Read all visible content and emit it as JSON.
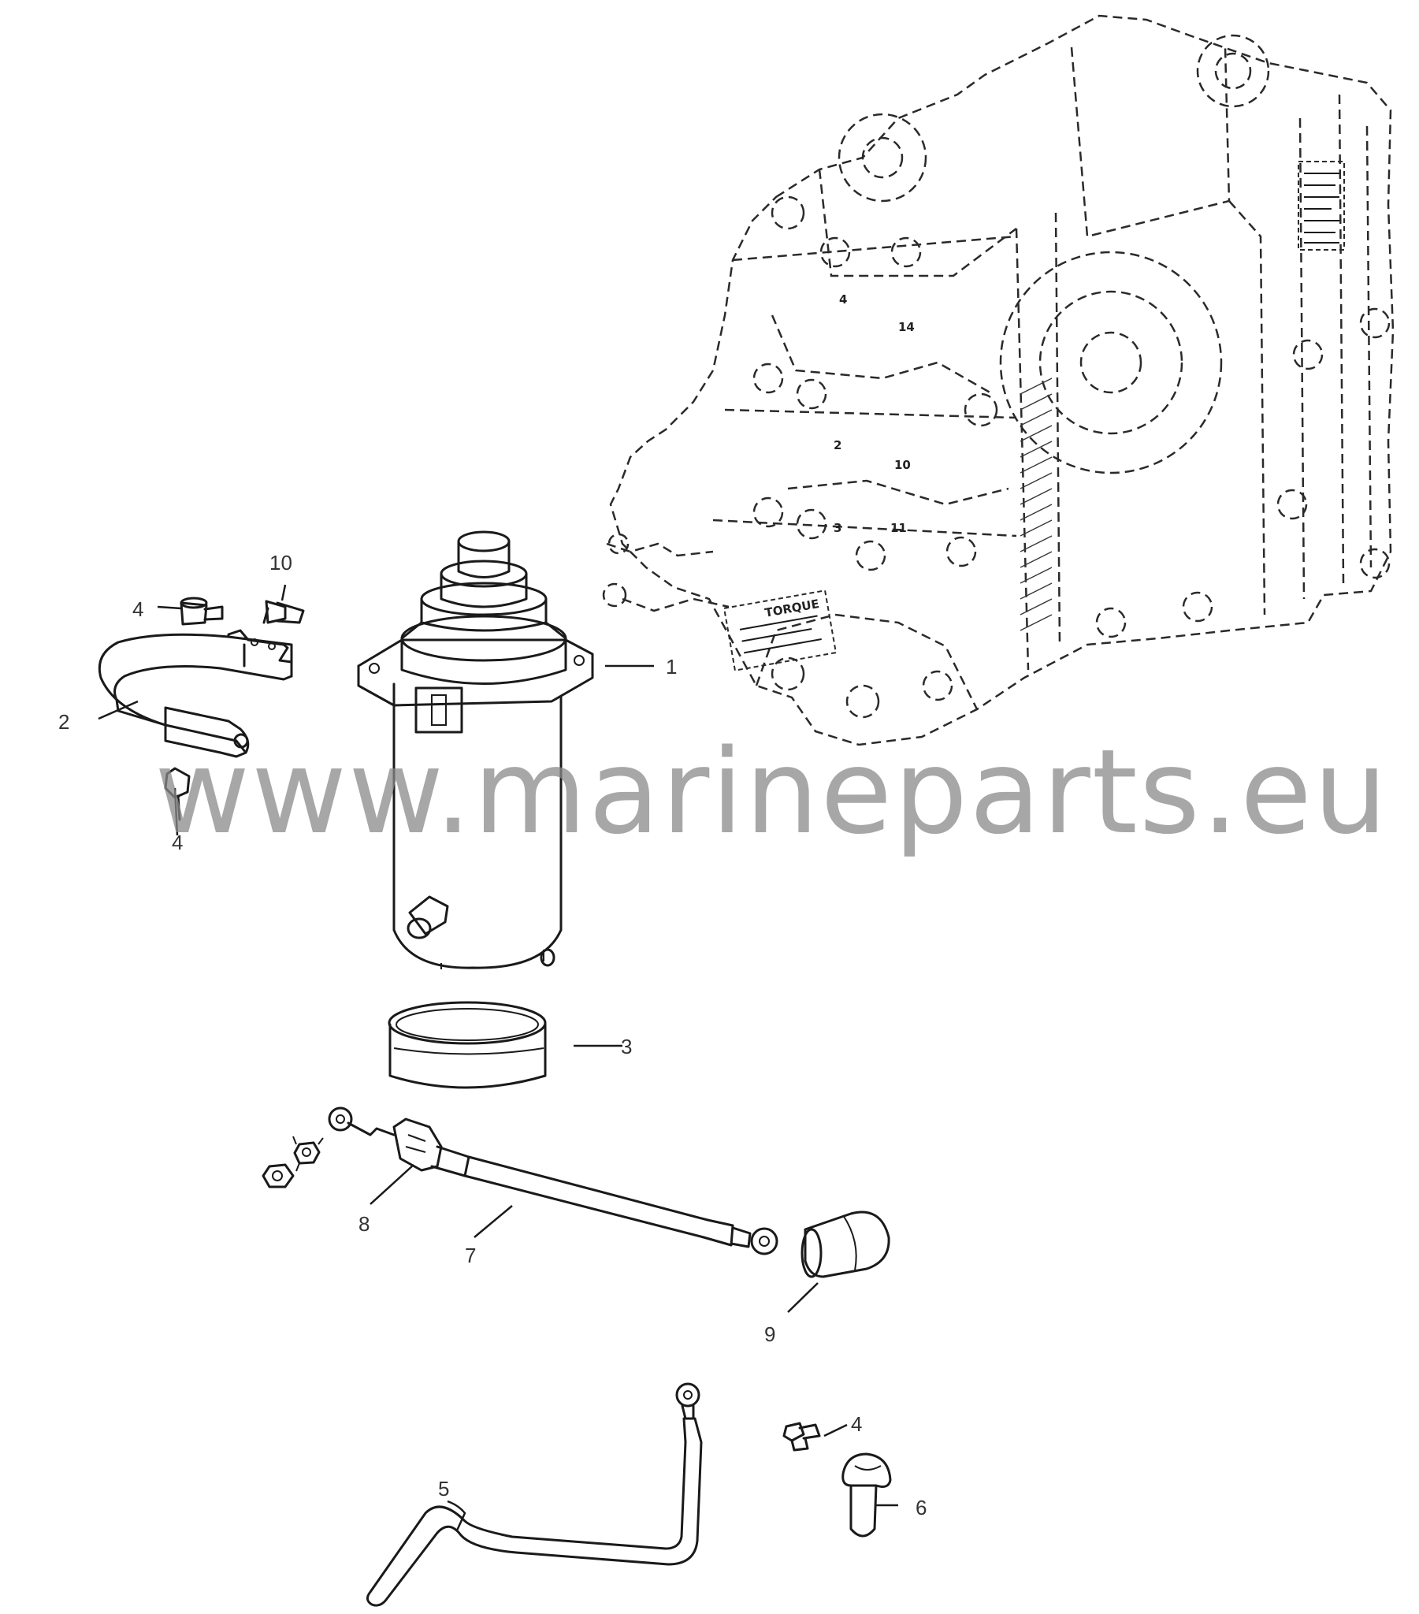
{
  "watermark": "www.marineparts.eu",
  "callouts": {
    "c1": "1",
    "c2": "2",
    "c3": "3",
    "c4a": "4",
    "c4b": "4",
    "c4c": "4",
    "c5": "5",
    "c6": "6",
    "c7": "7",
    "c8": "8",
    "c9": "9",
    "c10": "10"
  },
  "engine_labels": {
    "l14": "14",
    "l2": "2",
    "l10": "10",
    "l3": "3",
    "l11": "11",
    "l4": "4",
    "torque": "TORQUE"
  }
}
